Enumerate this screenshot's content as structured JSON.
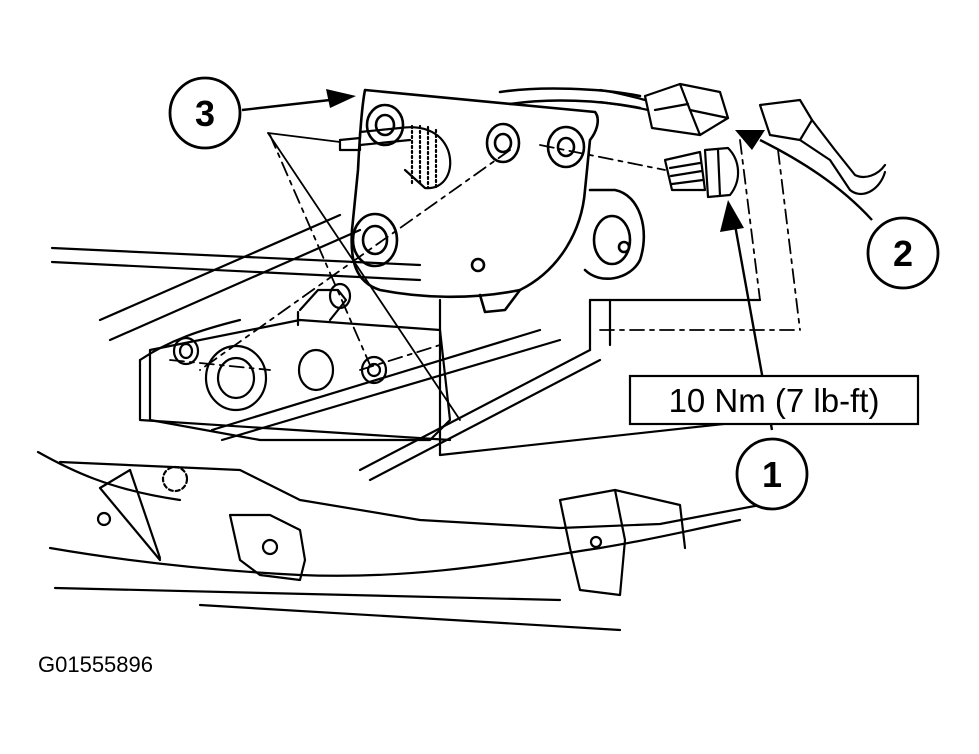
{
  "callouts": [
    {
      "number": "1"
    },
    {
      "number": "2"
    },
    {
      "number": "3"
    }
  ],
  "torque_spec": "10 Nm (7 lb-ft)",
  "figure_id": "G01555896",
  "colors": {
    "ink": "#000000",
    "paper": "#ffffff"
  }
}
